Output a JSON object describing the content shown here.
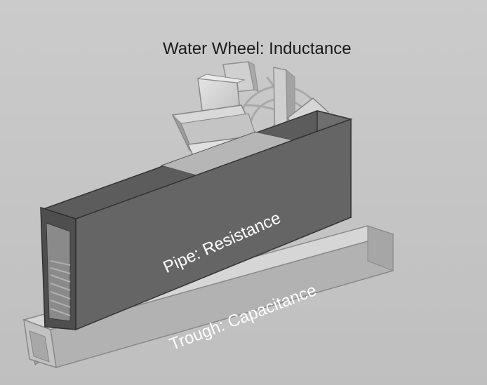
{
  "labels": {
    "water_wheel": "Water Wheel: Inductance",
    "pipe": "Pipe: Resistance",
    "trough": "Trough: Capacitance"
  },
  "colors": {
    "background": "#c6c6c6",
    "pipe_face": "#676767",
    "pipe_top": "#5a5a5a",
    "trough": "#b4b4b4",
    "paddle": "#dedede"
  }
}
